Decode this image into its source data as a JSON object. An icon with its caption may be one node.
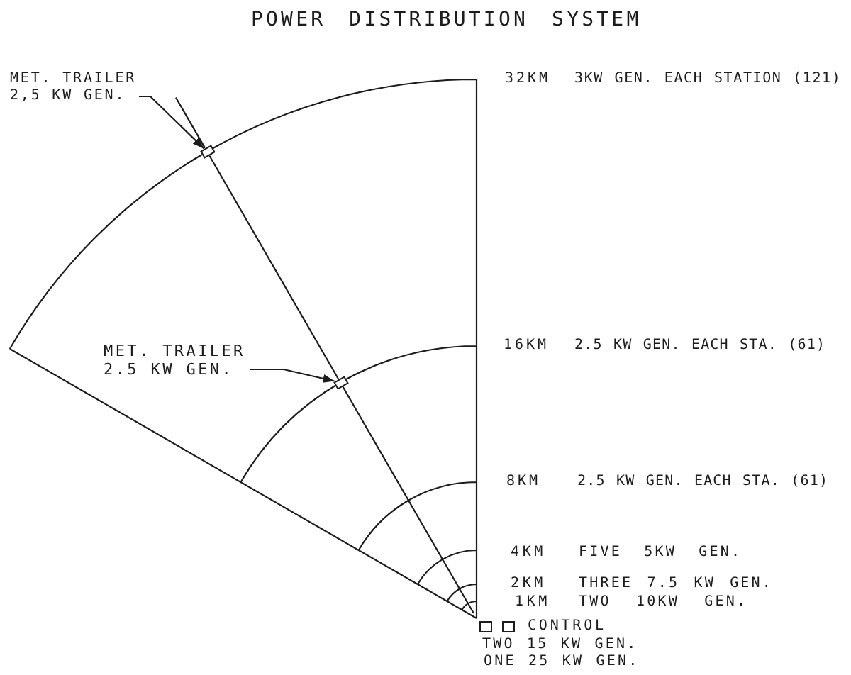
{
  "diagram": {
    "title": "POWER DISTRIBUTION SYSTEM",
    "nodes": [
      {
        "text": [
          "MET. TRAILER 2,5 KW GEN."
        ]
      },
      {
        "text": [],
        "shape": "box"
      },
      {
        "text": [
          "MET. TRAILER 2.5 KW GEN."
        ]
      },
      {
        "text": [],
        "shape": "box"
      }
    ],
    "edges": [
      {
        "from": 0,
        "to": 1,
        "arrow": "to"
      },
      {
        "from": 2,
        "to": 3,
        "arrow": "to"
      },
      {
        "from": 1,
        "to": 3,
        "arrow": "none"
      }
    ],
    "labels": [
      "32KM",
      "3KW GEN. EACH STATION (121)",
      "16KM",
      "2.5 KW GEN. EACH STA. (61)",
      "8KM",
      "2.5 KW GEN. EACH STA. (61)",
      "4KM",
      "FIVE 5KW GEN.",
      "2KM",
      "THREE 7.5 KW GEN.",
      "1KM",
      "TWO 10KW GEN.",
      "CONTROL",
      "TWO 15 KW GEN.",
      "ONE 25 KW GEN."
    ]
  }
}
